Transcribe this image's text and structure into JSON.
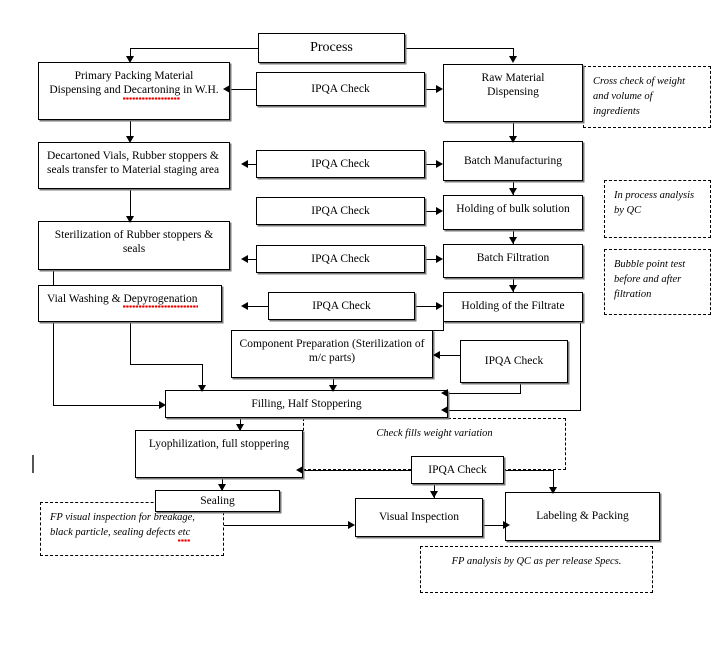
{
  "diagram": {
    "title": "Process",
    "nodes": {
      "process": "Process",
      "primary_packing": "Primary Packing Material Dispensing and Decartoning in W.H.",
      "primary_packing_l1": "Primary Packing Material",
      "primary_packing_l2a": "Dispensing and ",
      "primary_packing_l2b": "Decartoning",
      "primary_packing_l2c": " in W.H.",
      "raw_material_l1": "Raw Material",
      "raw_material_l2": "Dispensing",
      "decartoned_l1": "Decartoned Vials, Rubber stoppers &",
      "decartoned_l2": "seals transfer to Material staging area",
      "batch_manufacturing": "Batch Manufacturing",
      "sterilization_stoppers": "Sterilization of Rubber stoppers & seals",
      "holding_bulk": "Holding of bulk solution",
      "vial_washing_a": "Vial Washing & ",
      "vial_washing_b": "Depyrogenation",
      "batch_filtration": "Batch Filtration",
      "holding_filtrate": "Holding of the Filtrate",
      "component_prep_l1": "Component Preparation (Sterilization of",
      "component_prep_l2": "m/c parts)",
      "filling": "Filling, Half Stoppering",
      "lyophilization": "Lyophilization, full stoppering",
      "sealing": "Sealing",
      "visual_inspection": "Visual Inspection",
      "labeling_packing": "Labeling & Packing",
      "ipqa": "IPQA Check"
    },
    "ipqa_checks": [
      {
        "id": "ipqa-1",
        "label": "IPQA Check"
      },
      {
        "id": "ipqa-2",
        "label": "IPQA Check"
      },
      {
        "id": "ipqa-3",
        "label": "IPQA Check"
      },
      {
        "id": "ipqa-4",
        "label": "IPQA Check"
      },
      {
        "id": "ipqa-5",
        "label": "IPQA Check"
      },
      {
        "id": "ipqa-6",
        "label": "IPQA Check"
      },
      {
        "id": "ipqa-7",
        "label": "IPQA Check"
      }
    ],
    "notes": {
      "cross_check_l1": "Cross check of weight",
      "cross_check_l2": "and volume of ingredients",
      "in_process_l1": "In process analysis",
      "in_process_l2": "by QC",
      "bubble_l1": "Bubble point test",
      "bubble_l2": "before and after",
      "bubble_l3": "filtration",
      "check_fills": "Check fills weight variation",
      "fp_visual_l1": "FP visual inspection for breakage,",
      "fp_visual_l2a": "black particle, sealing defects ",
      "fp_visual_l2b": "etc",
      "fp_analysis": "FP analysis by QC as per release Specs."
    }
  }
}
